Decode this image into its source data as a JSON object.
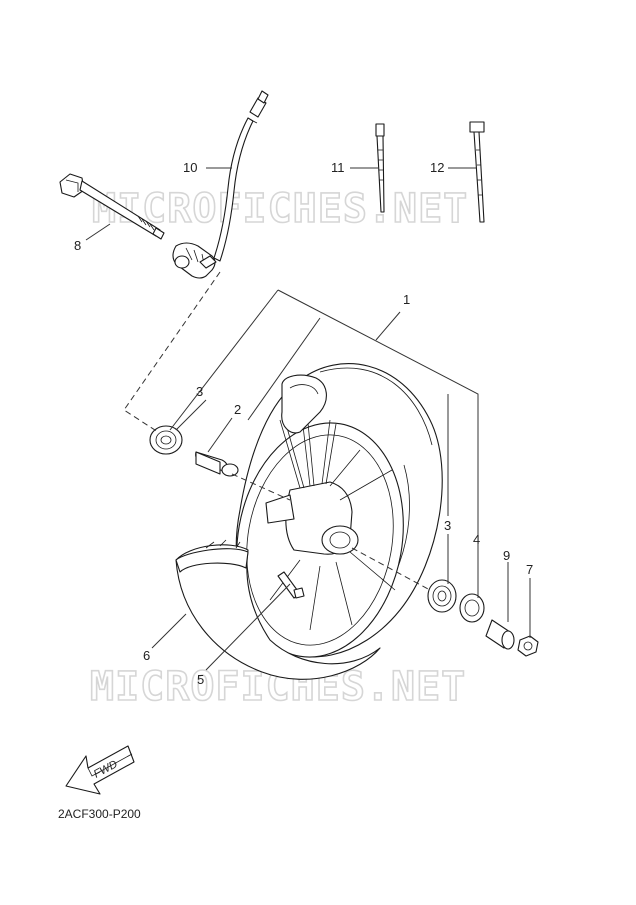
{
  "watermark": {
    "top": "MICROFICHES.NET",
    "bottom": "MICROFICHES.NET"
  },
  "callouts": {
    "c1": "1",
    "c2": "2",
    "c3a": "3",
    "c3b": "3",
    "c4": "4",
    "c5": "5",
    "c6": "6",
    "c7": "7",
    "c8": "8",
    "c9": "9",
    "c10": "10",
    "c11": "11",
    "c12": "12"
  },
  "direction_badge": "FWD",
  "diagram_code": "2ACF300-P200"
}
